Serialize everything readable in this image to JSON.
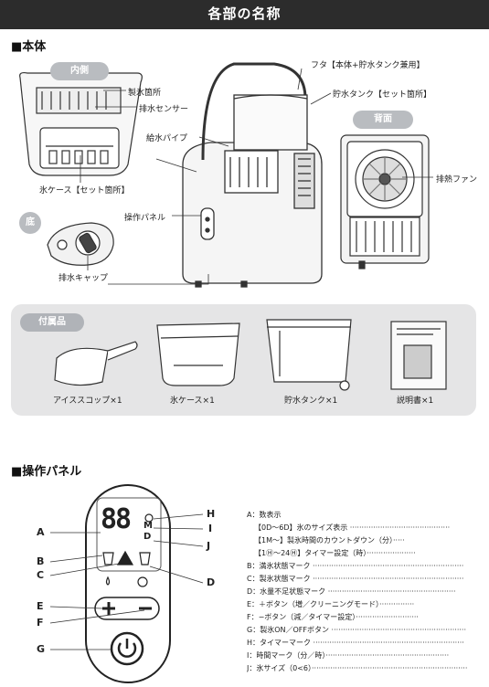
{
  "title": "各部の名称",
  "body_section": {
    "heading": "■本体",
    "inner_pill": "内側",
    "bottom_pill": "底",
    "back_pill": "背面",
    "labels": {
      "ice_maker": "製氷箇所",
      "drain_sensor": "排水センサー",
      "water_pipe": "給水パイプ",
      "ice_case": "氷ケース【セット箇所】",
      "drain_cap": "排水キャップ",
      "control_panel": "操作パネル",
      "lid": "フタ【本体+貯水タンク兼用】",
      "water_tank": "貯水タンク【セット箇所】",
      "exhaust_fan": "排熱ファン"
    }
  },
  "accessories": {
    "heading": "付属品",
    "items": [
      "アイススコップ×1",
      "氷ケース×1",
      "貯水タンク×1",
      "説明書×1"
    ]
  },
  "panel_section": {
    "heading": "■操作パネル",
    "display": "88",
    "letters_left": [
      "A",
      "B",
      "C",
      "E",
      "F",
      "G"
    ],
    "letters_right": [
      "H",
      "I",
      "J",
      "D"
    ],
    "legend": [
      "A：数表示",
      "【0D〜6D】氷のサイズ表示 ···········································",
      "【1M〜】製氷時間のカウントダウン（分）·····",
      "【1Ⓗ〜24Ⓗ】タイマー設定（時）·····················",
      "B：満氷状態マーク ·································································",
      "C：製氷状態マーク ·································································",
      "D：水量不足状態マーク ·······················································",
      "E：＋ボタン（増／クリーニングモード）···············",
      "F：−ボタン（減／タイマー設定）···························",
      "G：製氷ON／OFFボタン ··························································",
      "H：タイマーマーク ·································································",
      "I：時間マーク（分／時）·····················································",
      "J：氷サイズ（0<6）···································································"
    ]
  }
}
